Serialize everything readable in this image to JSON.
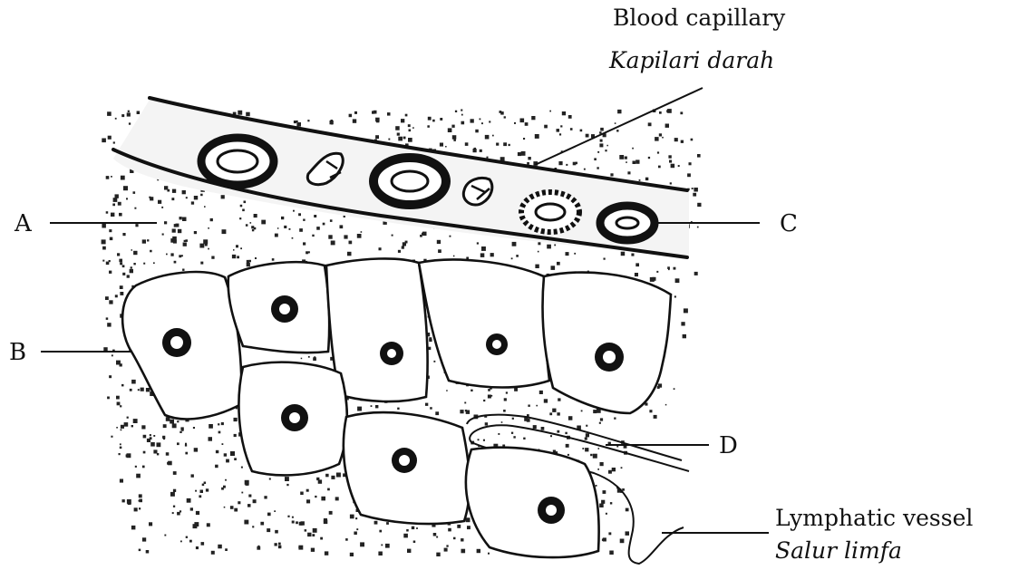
{
  "labels": {
    "a": "A",
    "b": "B",
    "c": "C",
    "d": "D",
    "blood_capillary": {
      "english": "Blood capillary",
      "malay": "Kapilari darah"
    },
    "lymphatic_vessel": {
      "english": "Lymphatic vessel",
      "malay": "Salur limfa"
    }
  }
}
